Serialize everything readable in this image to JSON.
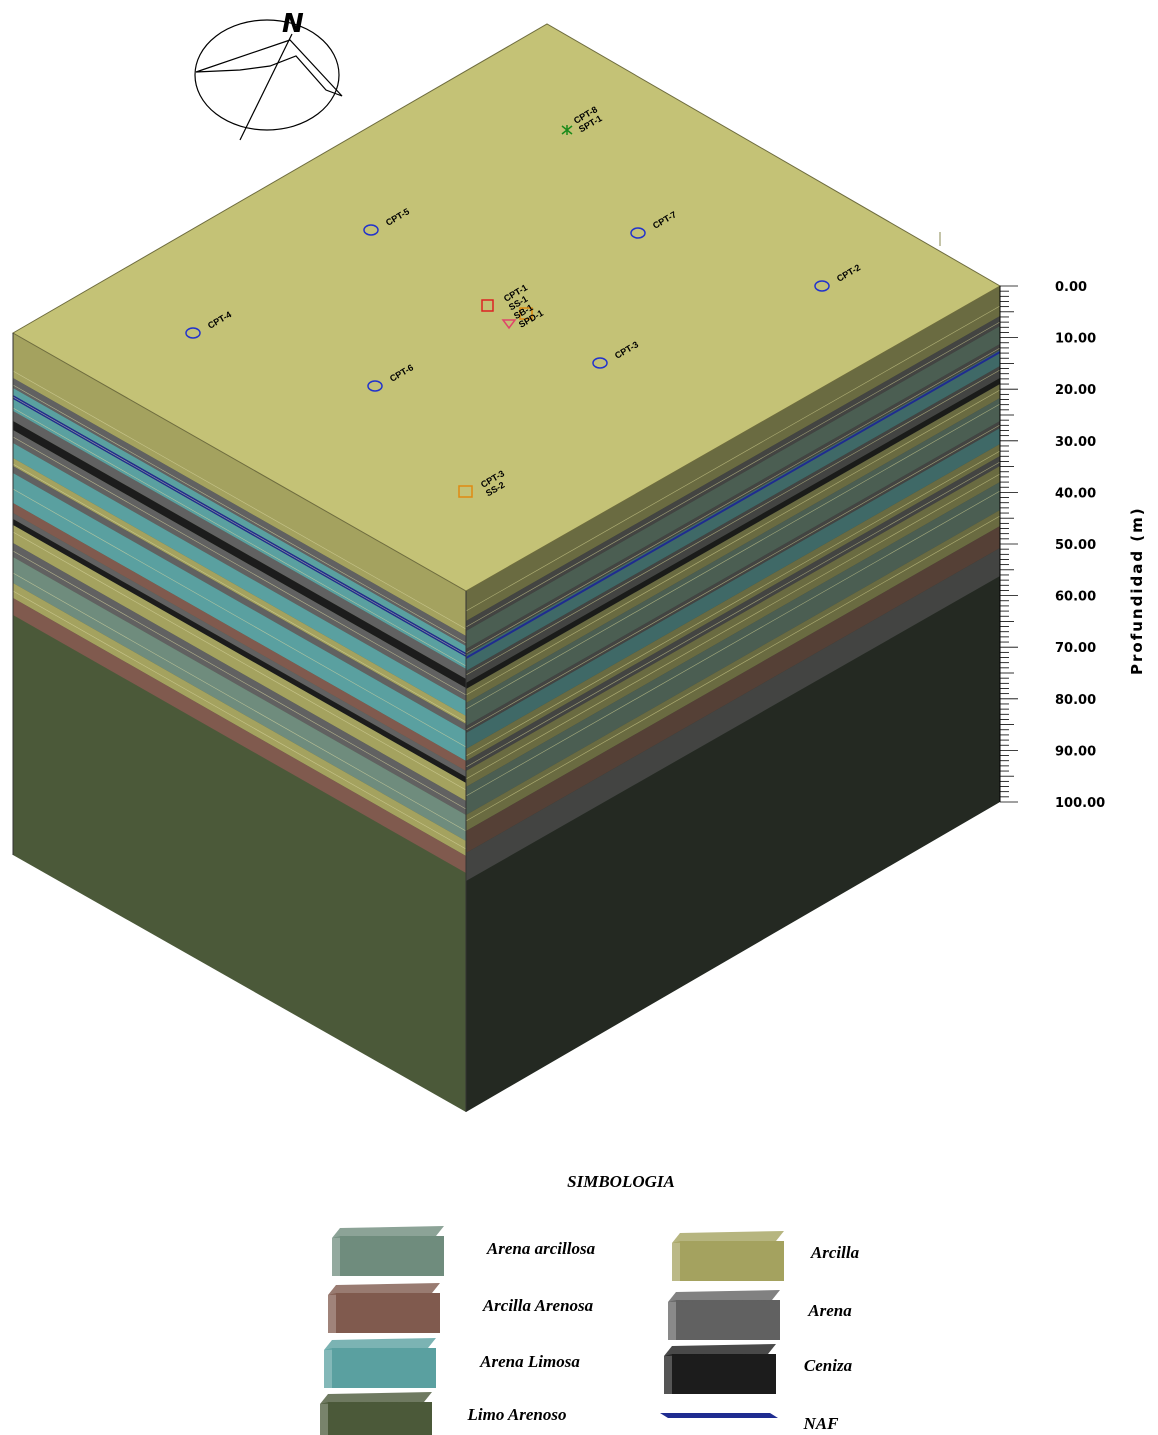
{
  "compass": {
    "north_label": "N"
  },
  "depth_axis": {
    "title": "Profundidad (m)",
    "ticks": [
      "0.00",
      "10.00",
      "20.00",
      "30.00",
      "40.00",
      "50.00",
      "60.00",
      "70.00",
      "80.00",
      "90.00",
      "100.00"
    ]
  },
  "points": [
    {
      "label": "CPT-8\nSPT-1",
      "symbol": "star",
      "color": "#1a8a1a"
    },
    {
      "label": "CPT-5",
      "symbol": "circle",
      "color": "#2233cc"
    },
    {
      "label": "CPT-7",
      "symbol": "circle",
      "color": "#2233cc"
    },
    {
      "label": "CPT-2",
      "symbol": "circle",
      "color": "#2233cc"
    },
    {
      "label": "CPT-4",
      "symbol": "circle",
      "color": "#2233cc"
    },
    {
      "label": "CPT-1\nSS-1\nSB-1\nSPD-1",
      "symbol": "multi",
      "color": "#dd2222"
    },
    {
      "label": "CPT-6",
      "symbol": "circle",
      "color": "#2233cc"
    },
    {
      "label": "CPT-3",
      "symbol": "circle",
      "color": "#2233cc"
    },
    {
      "label": "CPT-3\nSS-2",
      "symbol": "square",
      "color": "#e08a10"
    }
  ],
  "legend": {
    "title": "SIMBOLOGIA",
    "items": [
      {
        "label": "Arena arcillosa",
        "color": "#6f8c7d"
      },
      {
        "label": "Arcilla",
        "color": "#a4a25f"
      },
      {
        "label": "Arcilla Arenosa",
        "color": "#805a4e"
      },
      {
        "label": "Arena",
        "color": "#616161"
      },
      {
        "label": "Arena Limosa",
        "color": "#5aa0a0"
      },
      {
        "label": "Ceniza",
        "color": "#1c1c1c"
      },
      {
        "label": "Limo Arenoso",
        "color": "#4b5939"
      },
      {
        "label": "NAF",
        "color": "#1f2c90"
      }
    ]
  },
  "colors": {
    "top_surface": "#c4c276",
    "left_base": "#4b5939",
    "right_base": "#2c332a"
  }
}
